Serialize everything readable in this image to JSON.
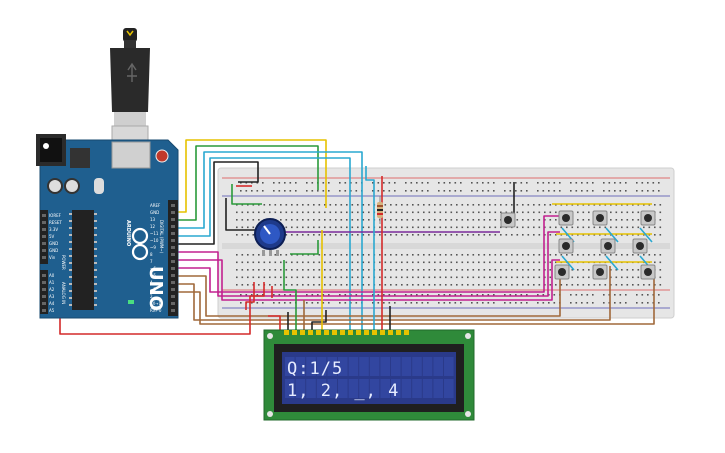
{
  "arduino": {
    "model": "UNO",
    "brand": "ARDUINO",
    "power_labels": [
      "IOREF",
      "RESET",
      "3.3V",
      "5V",
      "GND",
      "GND",
      "Vin"
    ],
    "analog_labels": [
      "A0",
      "A1",
      "A2",
      "A3",
      "A4",
      "A5"
    ],
    "digital_labels": [
      "AREF",
      "GND",
      "13",
      "12",
      "~11",
      "~10",
      "~9",
      "8",
      "7",
      "~6",
      "~5",
      "4",
      "~3",
      "2",
      "TX→1",
      "RX←0"
    ],
    "section_labels": [
      "POWER",
      "ANALOG IN",
      "DIGITAL (PWM~)"
    ]
  },
  "lcd": {
    "line1": "Q:1/5",
    "line2": "1, 2, _, 4",
    "backlight_color": "#2a3a8a"
  },
  "colors": {
    "board": "#1f5f8f",
    "breadboard": "#e8e8e8",
    "lcd_pcb": "#2f8a3a",
    "wire_red": "#d42a2a",
    "wire_magenta": "#c2208f",
    "wire_yellow": "#e6c200",
    "wire_green": "#2a9a3a",
    "wire_blue": "#2aa8d0",
    "wire_brown": "#a0683a",
    "wire_black": "#222222",
    "wire_purple": "#7a2a9a"
  }
}
